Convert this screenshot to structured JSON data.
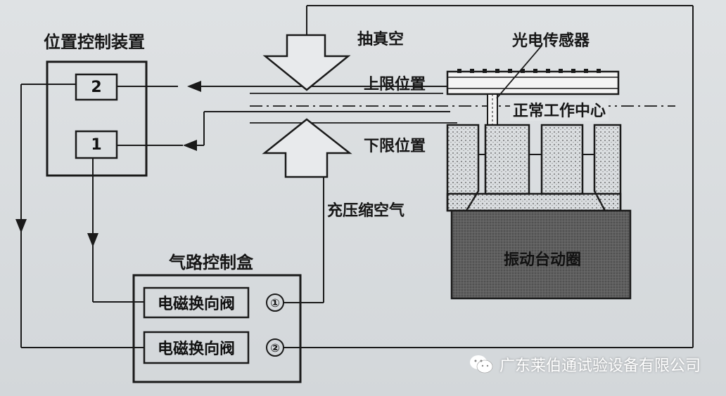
{
  "labels": {
    "position_control": "位置控制装置",
    "box2": "2",
    "box1": "1",
    "vacuum": "抽真空",
    "upper_limit": "上限位置",
    "lower_limit": "下限位置",
    "compressed_air": "充压缩空气",
    "sensor": "光电传感器",
    "work_center": "正常工作中心",
    "coil": "振动台动圈",
    "air_box": "气路控制盒",
    "valve1": "电磁换向阀",
    "valve2": "电磁换向阀",
    "port1": "①",
    "port2": "②"
  },
  "watermark": {
    "text": "广东莱伯通试验设备有限公司",
    "icon": "wechat-icon"
  }
}
